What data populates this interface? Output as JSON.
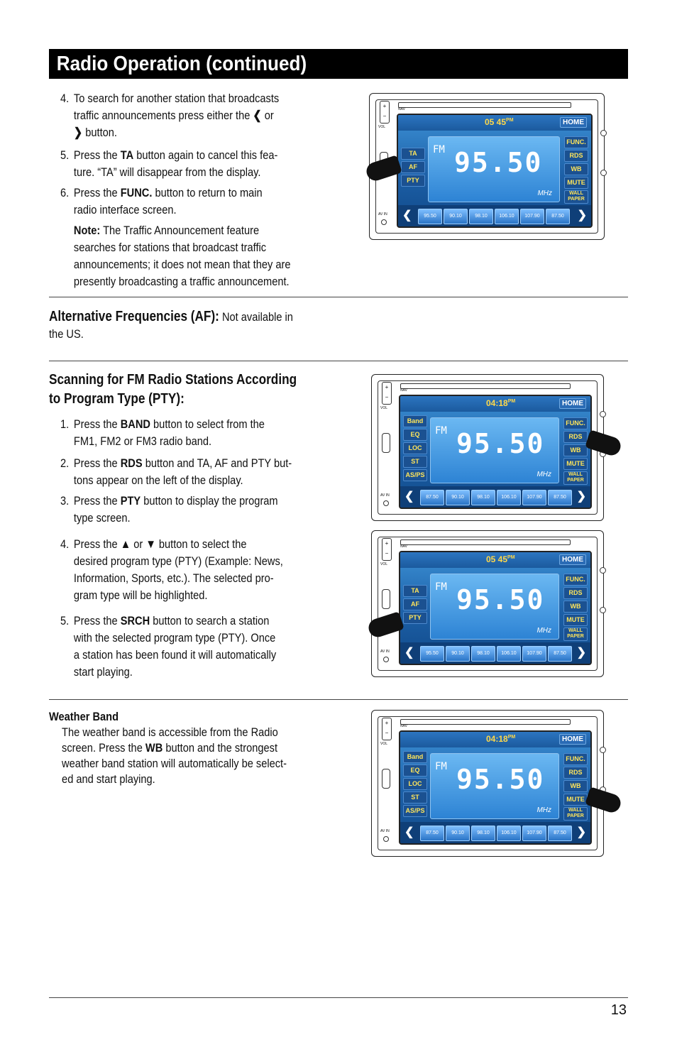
{
  "header": {
    "title": "Radio Operation (continued)"
  },
  "section1": {
    "item4": {
      "num": "4.",
      "a": "To search for another station that broadcasts",
      "b": "traffic announcements press either the",
      "or": "or",
      "c": "button."
    },
    "item5": {
      "num": "5.",
      "pre": "Press the",
      "bold": "TA",
      "post": "button again to cancel this fea-",
      "line2": "ture. “TA” will disappear from the display."
    },
    "item6": {
      "num": "6.",
      "pre": "Press the",
      "bold": "FUNC.",
      "post": "button to return to main",
      "line2": "radio interface screen."
    },
    "note": {
      "label": "Note:",
      "l1": "The Traffic Announcement feature",
      "l2": "searches for stations that broadcast traffic",
      "l3": "announcements; it does not mean that they are",
      "l4": "presently broadcasting a traffic announcement."
    }
  },
  "af": {
    "label": "Alternative Frequencies (AF):",
    "text": "Not available in",
    "text2": "the US."
  },
  "pty": {
    "heading1": "Scanning for FM Radio Stations According",
    "heading2": "to Program Type (PTY):",
    "s1": {
      "num": "1.",
      "pre": "Press the",
      "bold": "BAND",
      "post": "button to select from the",
      "l2": "FM1, FM2 or FM3 radio band."
    },
    "s2": {
      "num": "2.",
      "pre": "Press the",
      "bold": "RDS",
      "post": "button and TA, AF and PTY but-",
      "l2": "tons appear on the left of the display."
    },
    "s3": {
      "num": "3.",
      "pre": "Press the",
      "bold": "PTY",
      "post": "button to display the program",
      "l2": "type screen."
    },
    "s4": {
      "num": "4.",
      "pre": "Press the",
      "or": "or",
      "post": "button to select the",
      "l2": "desired program type (PTY) (Example: News,",
      "l3": "Information, Sports, etc.). The selected pro-",
      "l4": "gram type will be highlighted."
    },
    "s5": {
      "num": "5.",
      "pre": "Press the",
      "bold": "SRCH",
      "post": "button to search a station",
      "l2": "with the selected program type (PTY). Once",
      "l3": "a station has been found it will automatically",
      "l4": "start playing."
    }
  },
  "weather": {
    "heading": "Weather Band",
    "l1": "The weather band is accessible from the Radio",
    "l2pre": "screen. Press the",
    "l2bold": "WB",
    "l2post": "button and the strongest",
    "l3": "weather band station will automatically be select-",
    "l4": "ed and start playing."
  },
  "devices": {
    "clock_a": "05 45",
    "clock_b": "04:18",
    "pm": "PM",
    "home": "HOME",
    "fm": "FM",
    "freq": "95.50",
    "mhz": "MHz",
    "nav": "NAV",
    "vol": "VOL",
    "avin": "AV IN",
    "left_rds": [
      "TA",
      "AF",
      "PTY"
    ],
    "left_main": [
      "Band",
      "EQ",
      "LOC",
      "ST",
      "AS/PS"
    ],
    "right": [
      "FUNC.",
      "RDS",
      "WB",
      "MUTE",
      "WALL PAPER"
    ],
    "presets_a": [
      "95.50",
      "90.10",
      "98.10",
      "106.10",
      "107.90",
      "87.50"
    ],
    "presets_b": [
      "87.50",
      "90.10",
      "98.10",
      "106.10",
      "107.90",
      "87.50"
    ]
  },
  "footer": {
    "page": "13"
  }
}
